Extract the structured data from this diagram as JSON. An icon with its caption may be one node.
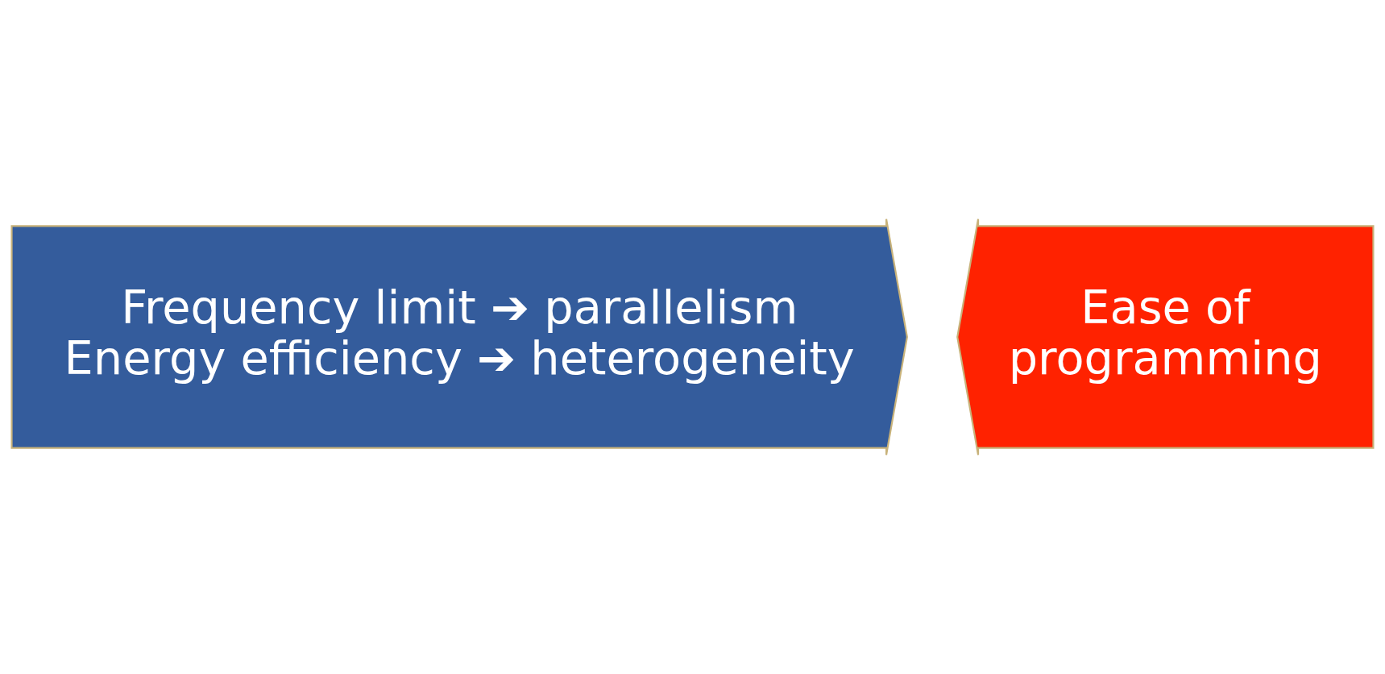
{
  "diagram": {
    "nodes": [
      {
        "text": [
          "Frequency limit ➔ parallelism",
          "Energy efficiency ➔ heterogeneity"
        ]
      },
      {
        "text": [
          "Ease of programming"
        ]
      }
    ]
  }
}
